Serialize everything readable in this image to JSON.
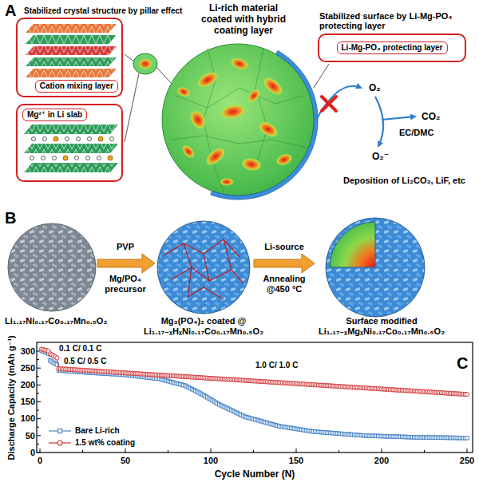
{
  "diagram": {
    "nodes": [
      {
        "text": [
          "Stabilized crystal structure by pillar effect"
        ]
      },
      {
        "text": [
          "Cation mixing layer"
        ],
        "in": 0
      },
      {
        "text": [
          "Mg²⁺ in Li slab"
        ]
      },
      {
        "text": [
          "Stabilized surface by Li-Mg-PO₄ protecting layer"
        ]
      },
      {
        "text": [
          "Li-Mg-PO₄ protecting layer"
        ],
        "in": 3
      }
    ],
    "labels": [
      "A",
      "Li-rich material coated with hybrid coating layer",
      "O₂",
      "CO₂",
      "EC/DMC",
      "O₂⁻",
      "Deposition of Li₂CO₃, LiF, etc",
      "B",
      "PVP",
      "Mg/PO₄ precursor",
      "Li-source",
      "Annealing @450 °C",
      "Li₁.₁₇Ni₀.₁₇Co₀.₁₇Mn₀.₅O₂",
      "Mg₃(PO₄)₂ coated @ Li₁.₁₇₋ₓHₓNi₀.₁₇Co₀.₁₇Mn₀.₅O₂",
      "Surface modified Li₁.₁₇₋ₓMgₓNi₀.₁₇Co₀.₁₇Mn₀.₅O₂",
      "C",
      "0.1 C/ 0.1 C",
      "0.5 C/ 0.5 C",
      "1.0 C/ 1.0 C",
      "Discharge Capacity (mAh g⁻¹)",
      "Cycle Number (N)",
      "0",
      "50",
      "100",
      "150",
      "200",
      "250",
      "300",
      "0",
      "50",
      "100",
      "150",
      "200",
      "250"
    ],
    "legend": [
      {
        "text": "Bare Li-rich"
      },
      {
        "text": "1.5 wt% coating"
      }
    ]
  }
}
